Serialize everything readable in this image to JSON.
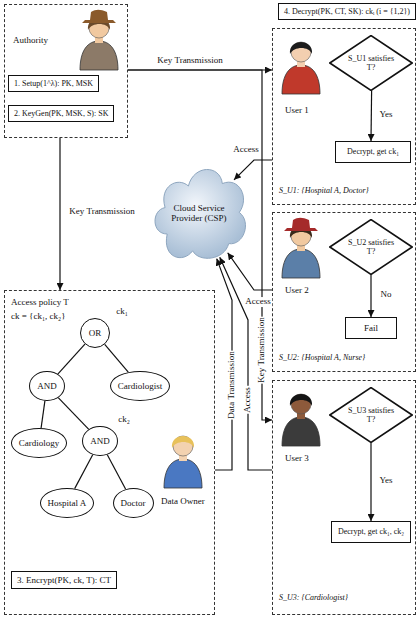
{
  "diagram": {
    "nodes": [
      {
        "text": [
          "Authority"
        ]
      },
      {
        "text": [
          "1. Setup(1^λ): PK, MSK"
        ],
        "in": 0
      },
      {
        "text": [
          "2. KeyGen(PK, MSK, S): SK"
        ],
        "in": 0
      },
      {
        "text": [
          "4. Decrypt(PK, CT, SK): ckᵢ (i = {1,2})"
        ]
      },
      {
        "text": [
          "User 1",
          "S_U1: {Hospital A, Doctor}"
        ]
      },
      {
        "text": [
          "S_U1 satisfies T?"
        ],
        "in": 4
      },
      {
        "text": [
          "Decrypt, get ck₁"
        ],
        "in": 4
      },
      {
        "text": [
          "Cloud Service Provider (CSP)"
        ]
      },
      {
        "text": [
          "User 2",
          "S_U2: {Hospital A, Nurse}"
        ]
      },
      {
        "text": [
          "S_U2 satisfies T?"
        ],
        "in": 8
      },
      {
        "text": [
          "Fail"
        ],
        "in": 8
      },
      {
        "text": [
          "Access policy T",
          "ck = {ck₁, ck₂}",
          "Data Owner"
        ]
      },
      {
        "text": [
          "OR"
        ],
        "in": 11
      },
      {
        "text": [
          "AND"
        ],
        "in": 11
      },
      {
        "text": [
          "Cardiologist"
        ],
        "in": 11
      },
      {
        "text": [
          "Cardiology"
        ],
        "in": 11
      },
      {
        "text": [
          "AND"
        ],
        "in": 11
      },
      {
        "text": [
          "Hospital A"
        ],
        "in": 11
      },
      {
        "text": [
          "Doctor"
        ],
        "in": 11
      },
      {
        "text": [
          "3. Encrypt(PK, ck, T): CT"
        ],
        "in": 11
      },
      {
        "text": [
          "User 3",
          "S_U3: {Cardiologist}"
        ]
      },
      {
        "text": [
          "S_U3 satisfies T?"
        ],
        "in": 20
      },
      {
        "text": [
          "Decrypt, get ck₁, ck₂"
        ],
        "in": 20
      }
    ],
    "edges": [
      {
        "from": 0,
        "to": 4,
        "label": "Key Transmission",
        "arrow": "to"
      },
      {
        "from": 0,
        "to": 11,
        "label": "Key Transmission",
        "arrow": "to"
      },
      {
        "from": 0,
        "to": 20,
        "label": "Key Transmission",
        "arrow": "to"
      },
      {
        "from": 4,
        "to": 7,
        "label": "Access",
        "arrow": "to"
      },
      {
        "from": 8,
        "to": 7,
        "label": "Access",
        "arrow": "to"
      },
      {
        "from": 20,
        "to": 7,
        "label": "Access",
        "arrow": "to"
      },
      {
        "from": 11,
        "to": 7,
        "label": "Data Transmission",
        "arrow": "to"
      },
      {
        "from": 12,
        "to": 13,
        "arrow": "none"
      },
      {
        "from": 12,
        "to": 14,
        "arrow": "none"
      },
      {
        "from": 13,
        "to": 15,
        "arrow": "none"
      },
      {
        "from": 13,
        "to": 16,
        "arrow": "none"
      },
      {
        "from": 16,
        "to": 17,
        "arrow": "none"
      },
      {
        "from": 16,
        "to": 18,
        "arrow": "none"
      },
      {
        "from": 5,
        "to": 6,
        "label": "Yes",
        "arrow": "to"
      },
      {
        "from": 9,
        "to": 10,
        "label": "No",
        "arrow": "to"
      },
      {
        "from": 21,
        "to": 22,
        "label": "Yes",
        "arrow": "to"
      }
    ],
    "labels": [
      "ck₁",
      "ck₂"
    ]
  }
}
